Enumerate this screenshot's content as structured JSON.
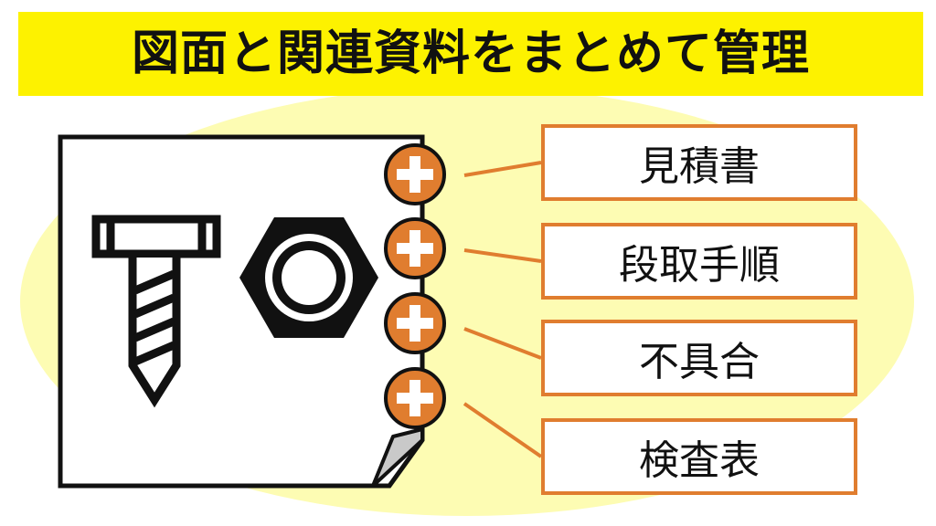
{
  "title": "図面と関連資料をまとめて管理",
  "attachments": [
    {
      "label": "見積書"
    },
    {
      "label": "段取手順"
    },
    {
      "label": "不具合"
    },
    {
      "label": "検査表"
    }
  ],
  "colors": {
    "title_background": "#fdf200",
    "ellipse_background": "#fdfcb3",
    "accent": "#e07d2f",
    "outline": "#111111"
  },
  "icons": [
    "bolt-icon",
    "hex-nut-icon",
    "plus-badge-icon",
    "page-curl-icon"
  ]
}
